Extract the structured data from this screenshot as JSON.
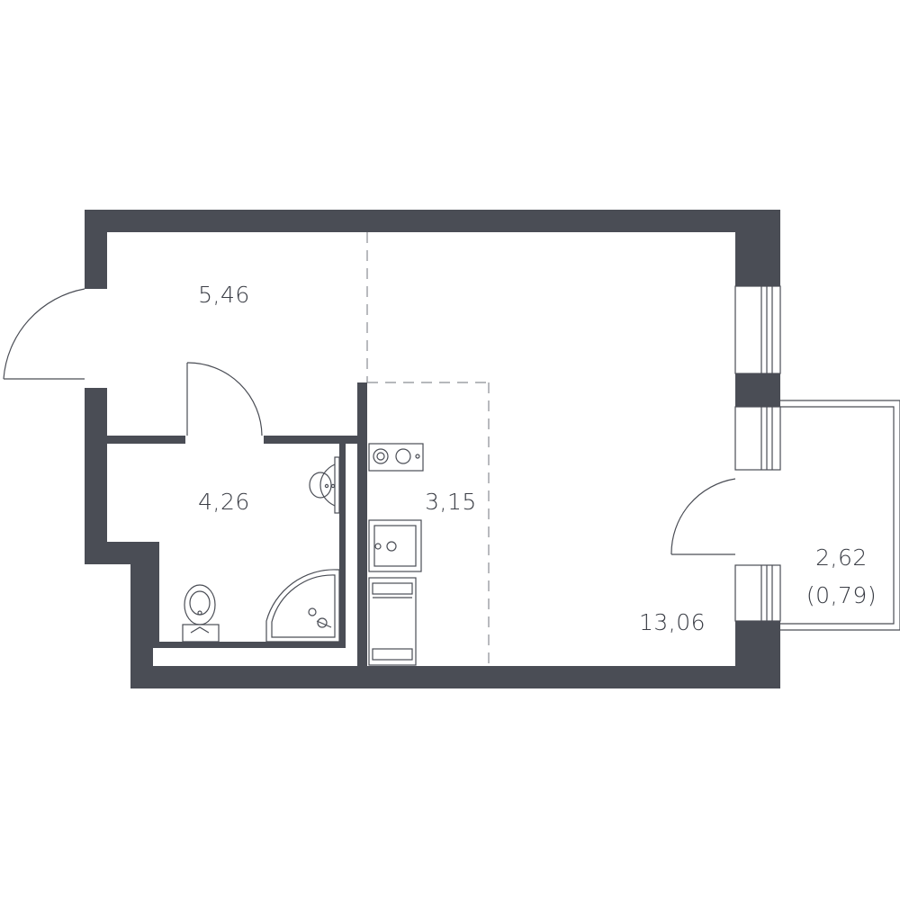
{
  "colors": {
    "wall": "#4a4d55",
    "dim": "#8a8d93",
    "text": "#3a3d45",
    "background": "#ffffff"
  },
  "rooms": {
    "hallway": {
      "area": "5,46"
    },
    "bathroom": {
      "area": "4,26"
    },
    "kitchen": {
      "area": "3,15"
    },
    "living": {
      "area": "13,06"
    },
    "balcony": {
      "area": "2,62",
      "reduced_area": "(0,79)"
    }
  }
}
